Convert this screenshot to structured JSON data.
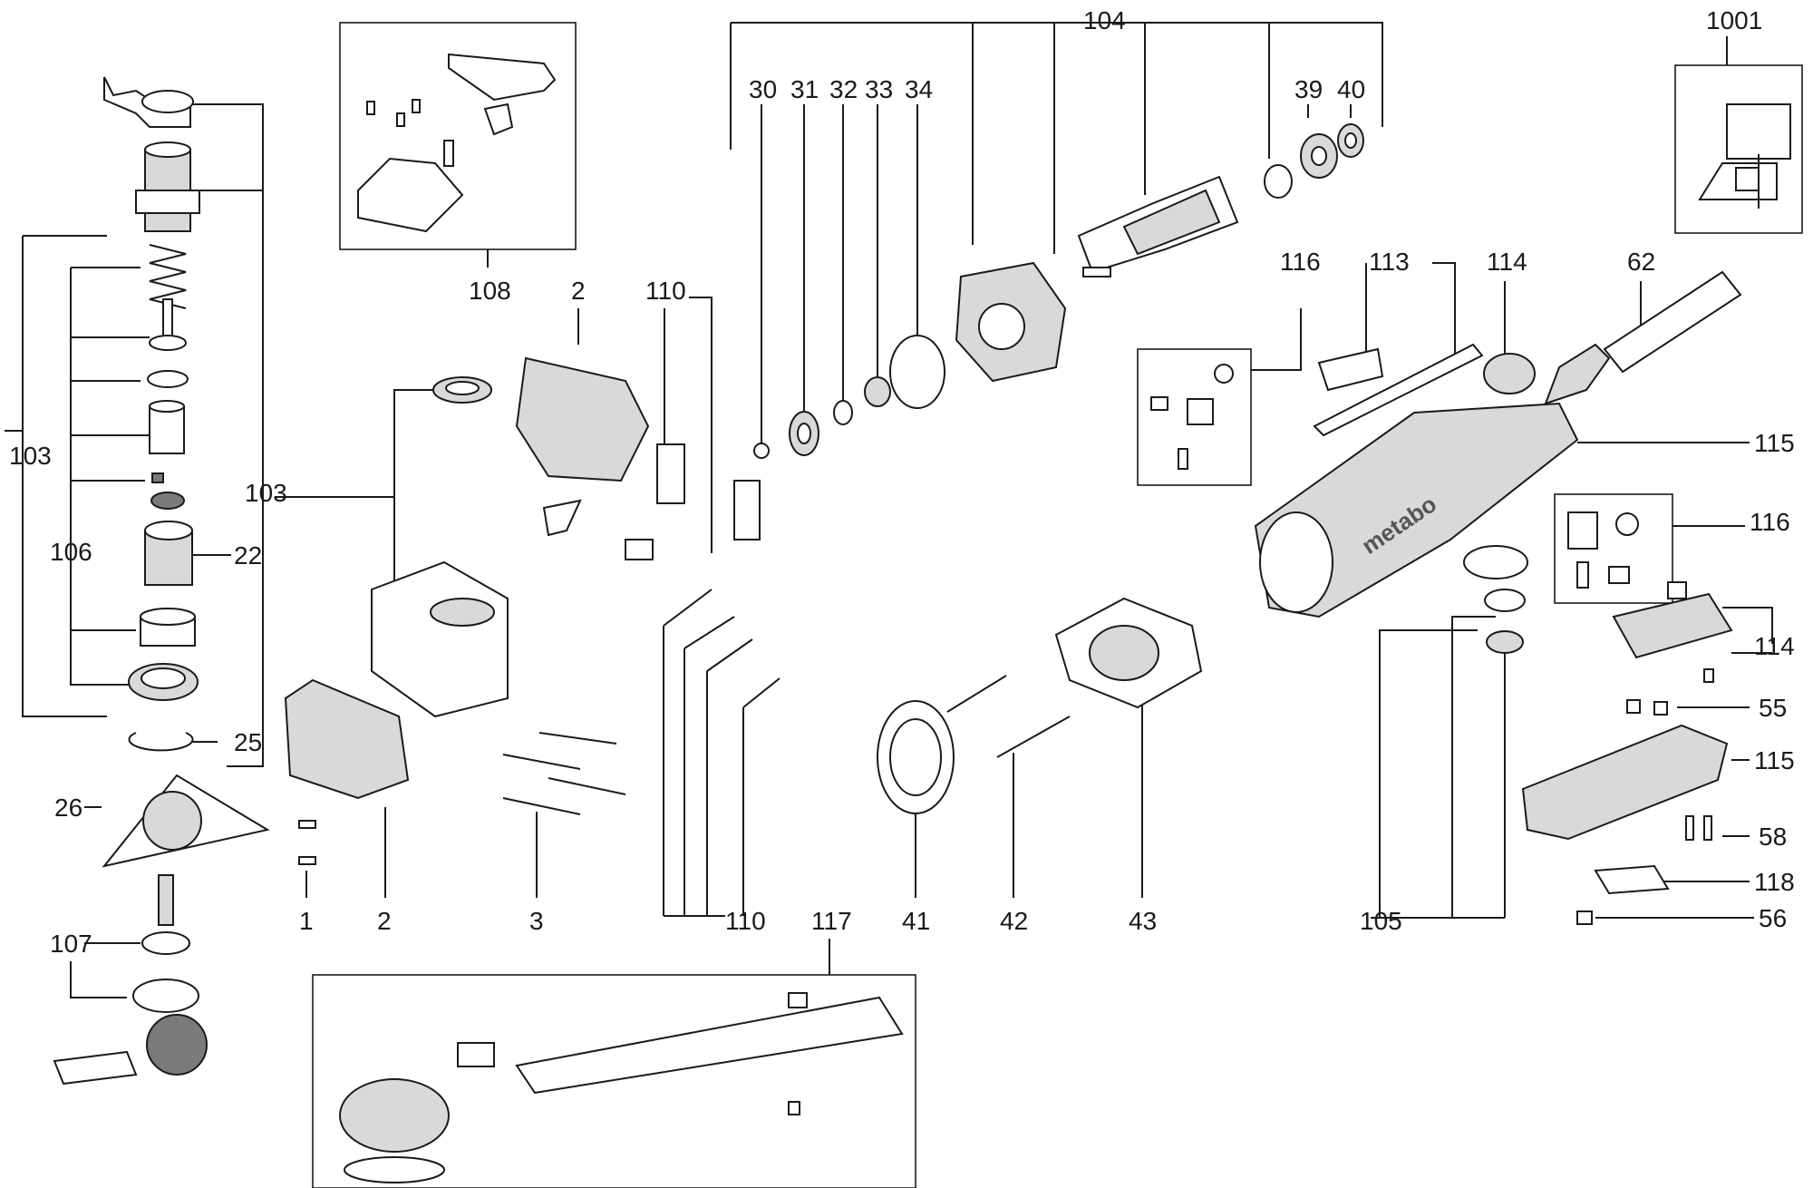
{
  "labels": {
    "l_1001": "1001",
    "l_104": "104",
    "l_30": "30",
    "l_31": "31",
    "l_32": "32",
    "l_33": "33",
    "l_34": "34",
    "l_39": "39",
    "l_40": "40",
    "l_108": "108",
    "l_2_top": "2",
    "l_110_top": "110",
    "l_116_top": "116",
    "l_113": "113",
    "l_114_top": "114",
    "l_62": "62",
    "l_103_left": "103",
    "l_103_mid": "103",
    "l_106": "106",
    "l_22": "22",
    "l_25": "25",
    "l_26": "26",
    "l_107": "107",
    "l_1": "1",
    "l_2_bottom": "2",
    "l_3": "3",
    "l_110_bottom": "110",
    "l_117": "117",
    "l_41": "41",
    "l_42": "42",
    "l_43": "43",
    "l_105": "105",
    "l_56": "56",
    "l_115_top": "115",
    "l_116_right": "116",
    "l_114_right": "114",
    "l_55": "55",
    "l_115_bottom": "115",
    "l_58": "58",
    "l_118": "118"
  },
  "brand_text": "metabo"
}
